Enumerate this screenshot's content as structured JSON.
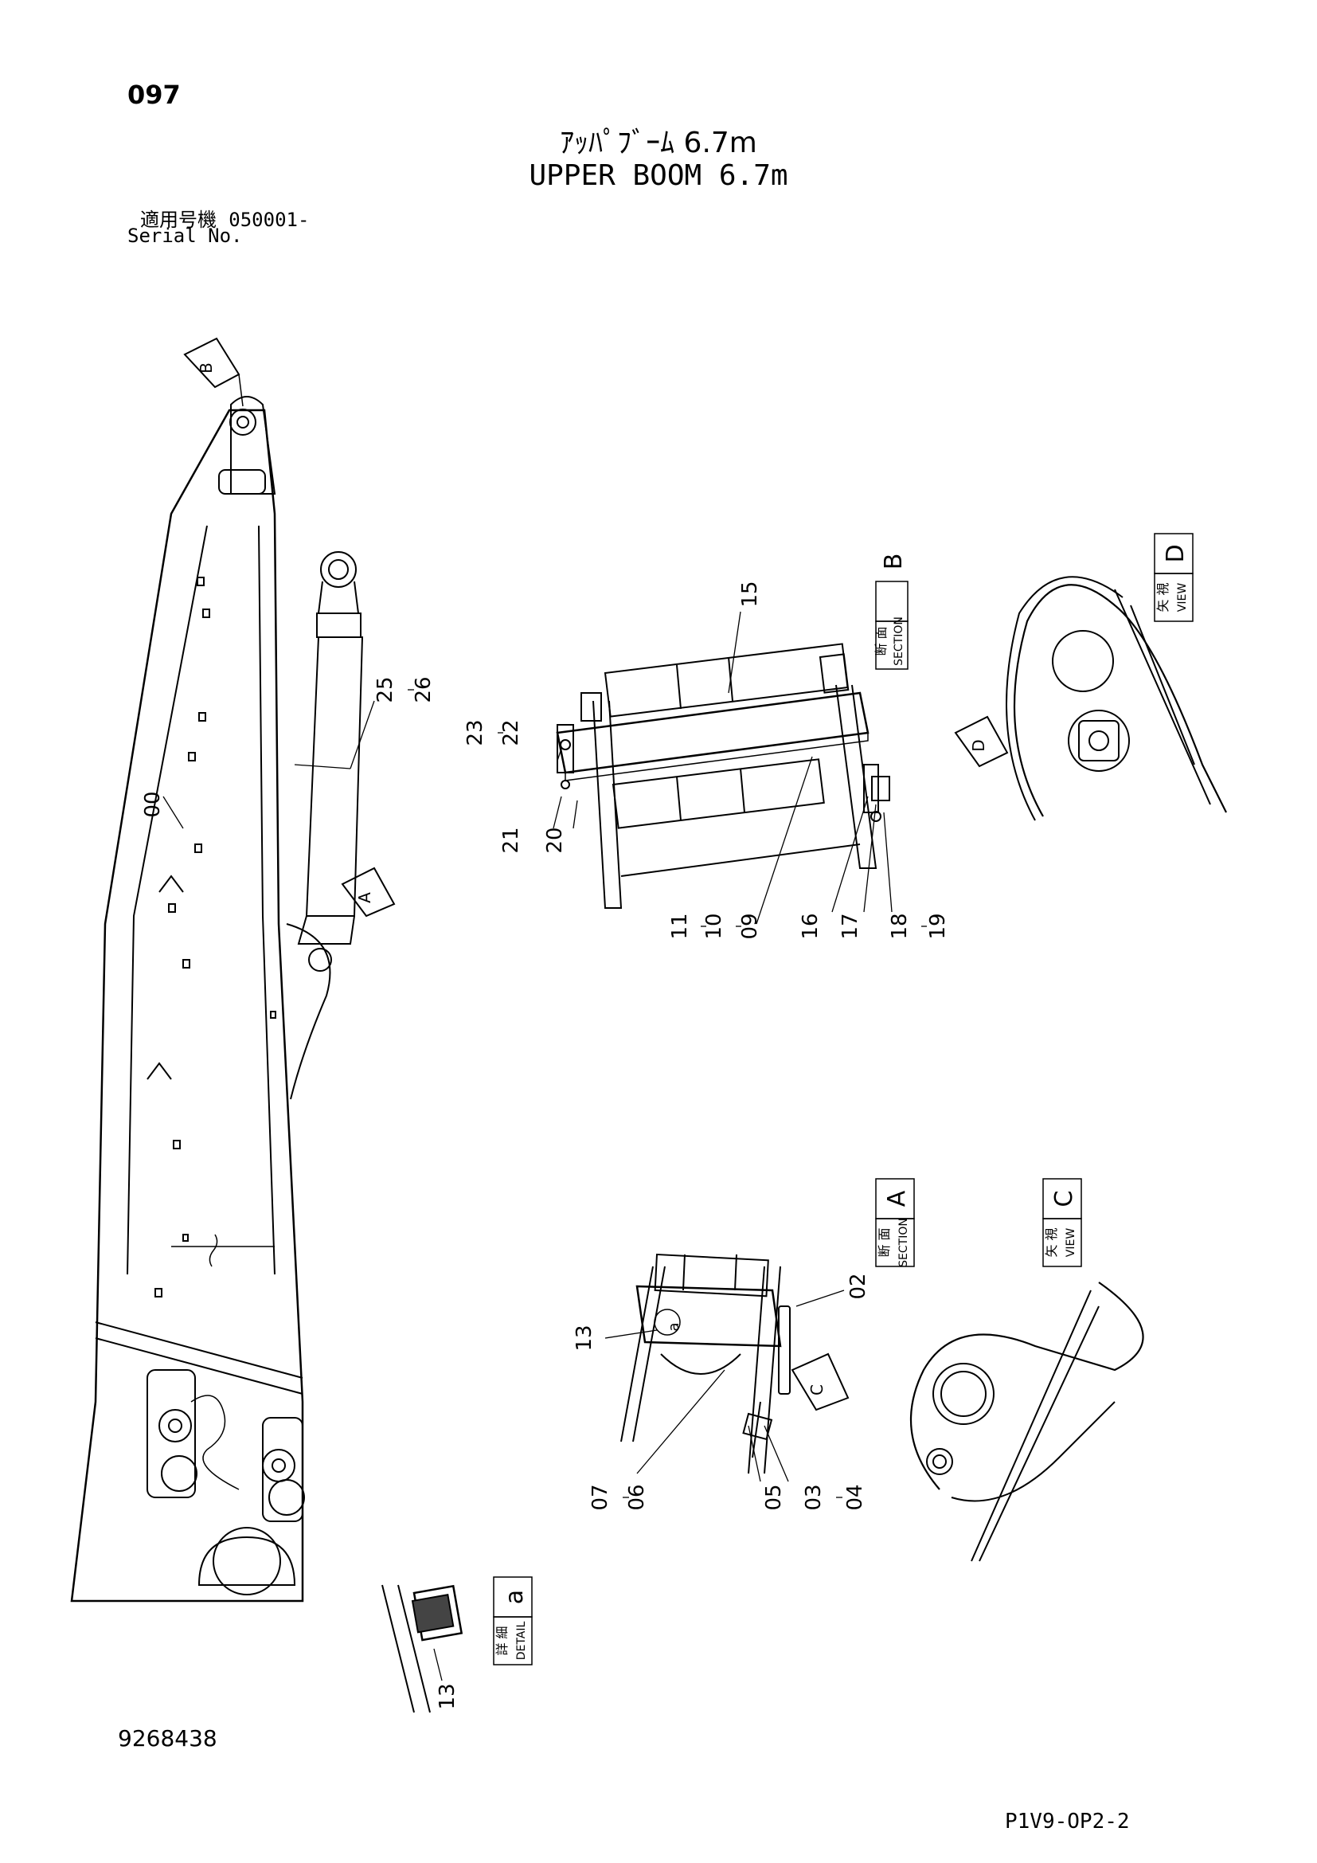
{
  "header": {
    "page_number": "097",
    "title_jp": "ｱｯﾊﾟﾌﾞｰﾑ 6.7m",
    "title_en": "UPPER BOOM 6.7m",
    "serial_label_jp": "適用号機",
    "serial_value": "050001-",
    "serial_label_en": "Serial No."
  },
  "footer": {
    "document_number": "9268438",
    "reference": "P1V9-OP2-2"
  },
  "view_labels": {
    "section_b": {
      "jp": "断 面",
      "en": "SECTION",
      "letter": "B"
    },
    "view_d": {
      "jp": "矢 視",
      "en": "VIEW",
      "letter": "D"
    },
    "section_a": {
      "jp": "断 面",
      "en": "SECTION",
      "letter": "A"
    },
    "view_c": {
      "jp": "矢 視",
      "en": "VIEW",
      "letter": "C"
    },
    "detail_a": {
      "jp": "詳 細",
      "en": "DETAIL",
      "letter": "a"
    }
  },
  "arrow_markers": {
    "b": "B",
    "a": "A",
    "d": "D",
    "c": "C",
    "detail": "a"
  },
  "callouts": {
    "c00": "00",
    "c25": "25",
    "c26": "26",
    "c15": "15",
    "c23": "23",
    "c22": "22",
    "c21": "21",
    "c20": "20",
    "c11": "11",
    "c10": "10",
    "c09": "09",
    "c16": "16",
    "c17": "17",
    "c18": "18",
    "c19": "19",
    "c02": "02",
    "c13": "13",
    "c07": "07",
    "c06": "06",
    "c05": "05",
    "c03": "03",
    "c04": "04",
    "c13_detail": "13"
  }
}
